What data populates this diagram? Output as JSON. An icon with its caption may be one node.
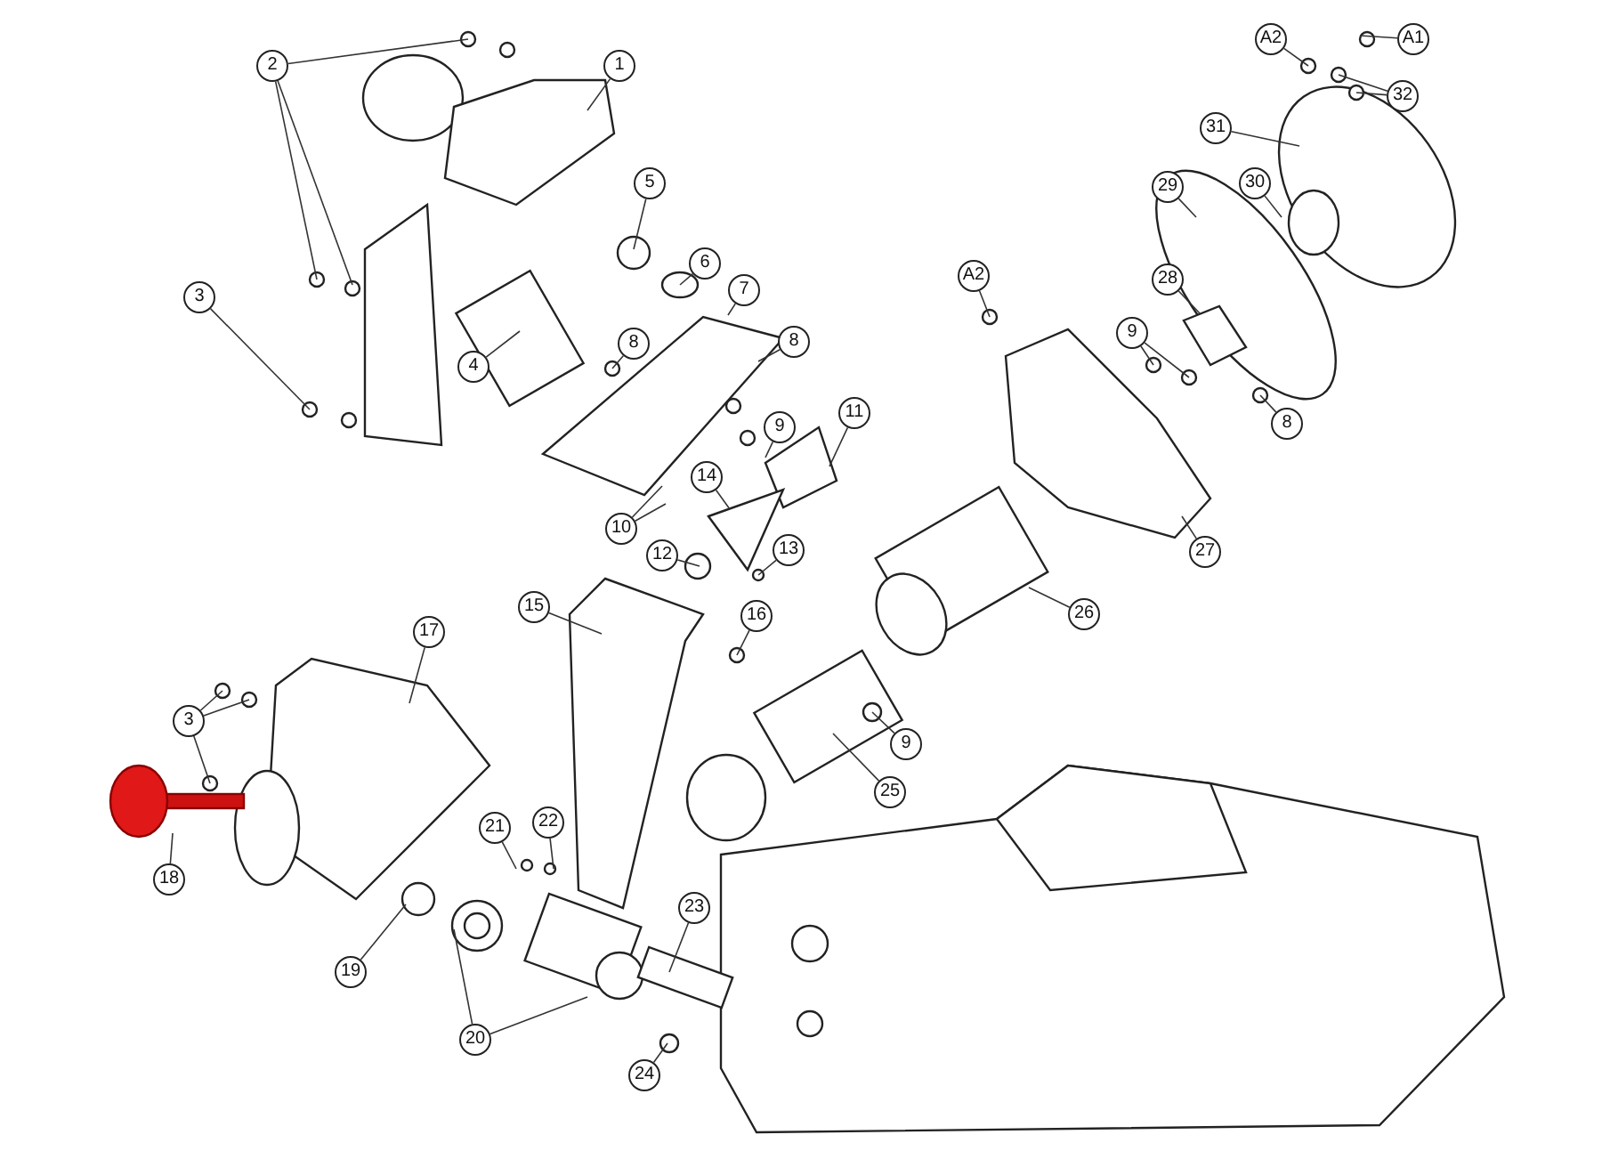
{
  "diagram": {
    "nodes": [
      {
        "text": [
          "2"
        ]
      },
      {
        "text": [
          "1"
        ]
      },
      {
        "text": [
          "3"
        ]
      },
      {
        "text": [
          "5"
        ]
      },
      {
        "text": [
          "6"
        ]
      },
      {
        "text": [
          "7"
        ]
      },
      {
        "text": [
          "4"
        ]
      },
      {
        "text": [
          "8"
        ]
      },
      {
        "text": [
          "8"
        ]
      },
      {
        "text": [
          "9"
        ]
      },
      {
        "text": [
          "11"
        ]
      },
      {
        "text": [
          "14"
        ]
      },
      {
        "text": [
          "10"
        ]
      },
      {
        "text": [
          "12"
        ]
      },
      {
        "text": [
          "13"
        ]
      },
      {
        "text": [
          "A2"
        ]
      },
      {
        "text": [
          "A2"
        ]
      },
      {
        "text": [
          "A1"
        ]
      },
      {
        "text": [
          "32"
        ]
      },
      {
        "text": [
          "31"
        ]
      },
      {
        "text": [
          "29"
        ]
      },
      {
        "text": [
          "30"
        ]
      },
      {
        "text": [
          "28"
        ]
      },
      {
        "text": [
          "9"
        ]
      },
      {
        "text": [
          "8"
        ]
      },
      {
        "text": [
          "27"
        ]
      },
      {
        "text": [
          "26"
        ]
      },
      {
        "text": [
          "15"
        ]
      },
      {
        "text": [
          "16"
        ]
      },
      {
        "text": [
          "17"
        ]
      },
      {
        "text": [
          "3"
        ]
      },
      {
        "text": [
          "18"
        ]
      },
      {
        "text": [
          "19"
        ]
      },
      {
        "text": [
          "21"
        ]
      },
      {
        "text": [
          "22"
        ]
      },
      {
        "text": [
          "9"
        ]
      },
      {
        "text": [
          "25"
        ]
      },
      {
        "text": [
          "20"
        ]
      },
      {
        "text": [
          "23"
        ]
      },
      {
        "text": [
          "24"
        ]
      }
    ],
    "edges": [
      {
        "from": 0,
        "to": null,
        "arrow": "none"
      },
      {
        "from": 0,
        "to": null,
        "arrow": "none"
      },
      {
        "from": 0,
        "to": null,
        "arrow": "none"
      },
      {
        "from": 1,
        "to": null,
        "arrow": "none"
      },
      {
        "from": 2,
        "to": null,
        "arrow": "none"
      },
      {
        "from": 3,
        "to": null,
        "arrow": "none"
      },
      {
        "from": 4,
        "to": null,
        "arrow": "none"
      },
      {
        "from": 5,
        "to": null,
        "arrow": "none"
      },
      {
        "from": 6,
        "to": null,
        "arrow": "none"
      },
      {
        "from": 7,
        "to": null,
        "arrow": "none"
      },
      {
        "from": 8,
        "to": null,
        "arrow": "none"
      },
      {
        "from": 9,
        "to": null,
        "arrow": "none"
      },
      {
        "from": 10,
        "to": null,
        "arrow": "none"
      },
      {
        "from": 11,
        "to": null,
        "arrow": "none"
      },
      {
        "from": 12,
        "to": null,
        "arrow": "none"
      },
      {
        "from": 12,
        "to": null,
        "arrow": "none"
      },
      {
        "from": 13,
        "to": null,
        "arrow": "none"
      },
      {
        "from": 14,
        "to": null,
        "arrow": "none"
      },
      {
        "from": 15,
        "to": null,
        "arrow": "none"
      },
      {
        "from": 16,
        "to": null,
        "arrow": "none"
      },
      {
        "from": 17,
        "to": null,
        "arrow": "none"
      },
      {
        "from": 18,
        "to": null,
        "arrow": "none"
      },
      {
        "from": 18,
        "to": null,
        "arrow": "none"
      },
      {
        "from": 19,
        "to": null,
        "arrow": "none"
      },
      {
        "from": 20,
        "to": null,
        "arrow": "none"
      },
      {
        "from": 21,
        "to": null,
        "arrow": "none"
      },
      {
        "from": 22,
        "to": null,
        "arrow": "none"
      },
      {
        "from": 23,
        "to": null,
        "arrow": "none"
      },
      {
        "from": 23,
        "to": null,
        "arrow": "none"
      },
      {
        "from": 24,
        "to": null,
        "arrow": "none"
      },
      {
        "from": 25,
        "to": null,
        "arrow": "none"
      },
      {
        "from": 26,
        "to": null,
        "arrow": "none"
      },
      {
        "from": 27,
        "to": null,
        "arrow": "none"
      },
      {
        "from": 28,
        "to": null,
        "arrow": "none"
      },
      {
        "from": 29,
        "to": null,
        "arrow": "none"
      },
      {
        "from": 30,
        "to": null,
        "arrow": "none"
      },
      {
        "from": 30,
        "to": null,
        "arrow": "none"
      },
      {
        "from": 30,
        "to": null,
        "arrow": "none"
      },
      {
        "from": 31,
        "to": null,
        "arrow": "none"
      },
      {
        "from": 32,
        "to": null,
        "arrow": "none"
      },
      {
        "from": 33,
        "to": null,
        "arrow": "none"
      },
      {
        "from": 34,
        "to": null,
        "arrow": "none"
      },
      {
        "from": 35,
        "to": null,
        "arrow": "none"
      },
      {
        "from": 36,
        "to": null,
        "arrow": "none"
      },
      {
        "from": 37,
        "to": null,
        "arrow": "none"
      },
      {
        "from": 37,
        "to": null,
        "arrow": "none"
      },
      {
        "from": 38,
        "to": null,
        "arrow": "none"
      },
      {
        "from": 39,
        "to": null,
        "arrow": "none"
      }
    ]
  }
}
